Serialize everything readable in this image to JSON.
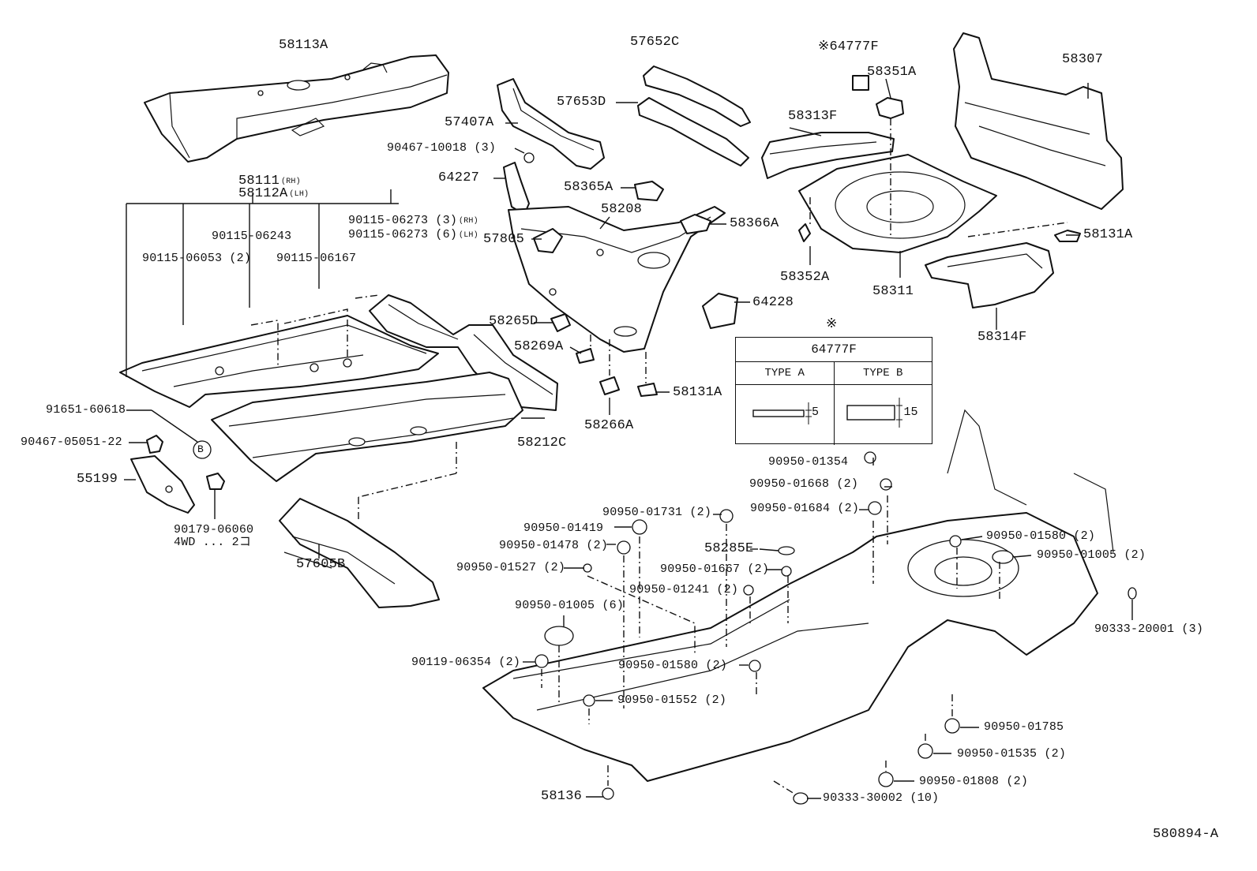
{
  "parts": [
    {
      "id": "58113A",
      "text": "58113A"
    },
    {
      "id": "57652C",
      "text": "57652C"
    },
    {
      "id": "64777F-note",
      "text": "※64777F"
    },
    {
      "id": "58307",
      "text": "58307"
    },
    {
      "id": "58351A",
      "text": "58351A"
    },
    {
      "id": "57653D",
      "text": "57653D"
    },
    {
      "id": "57407A",
      "text": "57407A"
    },
    {
      "id": "58313F",
      "text": "58313F"
    },
    {
      "id": "90467-10018",
      "text": "90467-10018 (3)"
    },
    {
      "id": "64227",
      "text": "64227"
    },
    {
      "id": "58111",
      "text": "58111",
      "sub": "(RH)"
    },
    {
      "id": "58112A",
      "text": "58112A",
      "sub": "(LH)"
    },
    {
      "id": "58365A",
      "text": "58365A"
    },
    {
      "id": "58208",
      "text": "58208"
    },
    {
      "id": "90115-06273-rh",
      "text": "90115-06273 (3)",
      "sub": "(RH)"
    },
    {
      "id": "90115-06273-lh",
      "text": "90115-06273 (6)",
      "sub": "(LH)"
    },
    {
      "id": "90115-06243",
      "text": "90115-06243"
    },
    {
      "id": "58366A",
      "text": "58366A"
    },
    {
      "id": "58131A-top",
      "text": "58131A"
    },
    {
      "id": "57805",
      "text": "57805"
    },
    {
      "id": "90115-06053",
      "text": "90115-06053 (2)"
    },
    {
      "id": "90115-06167",
      "text": "90115-06167"
    },
    {
      "id": "58352A",
      "text": "58352A"
    },
    {
      "id": "58311",
      "text": "58311"
    },
    {
      "id": "64228",
      "text": "64228"
    },
    {
      "id": "58265D",
      "text": "58265D"
    },
    {
      "id": "58314F",
      "text": "58314F"
    },
    {
      "id": "58269A",
      "text": "58269A"
    },
    {
      "id": "58131A-mid",
      "text": "58131A"
    },
    {
      "id": "91651-60618",
      "text": "91651-60618"
    },
    {
      "id": "58266A",
      "text": "58266A"
    },
    {
      "id": "90467-05051-22",
      "text": "90467-05051-22"
    },
    {
      "id": "58212C",
      "text": "58212C"
    },
    {
      "id": "55199",
      "text": "55199"
    },
    {
      "id": "90179-06060",
      "text": "90179-06060"
    },
    {
      "id": "4wd",
      "text": "4WD ... 2コ"
    },
    {
      "id": "57605B",
      "text": "57605B"
    },
    {
      "id": "90950-01354",
      "text": "90950-01354"
    },
    {
      "id": "90950-01668",
      "text": "90950-01668 (2)"
    },
    {
      "id": "90950-01684",
      "text": "90950-01684 (2)"
    },
    {
      "id": "90950-01731",
      "text": "90950-01731 (2)"
    },
    {
      "id": "90950-01419",
      "text": "90950-01419"
    },
    {
      "id": "90950-01580-r",
      "text": "90950-01580 (2)"
    },
    {
      "id": "90950-01478",
      "text": "90950-01478 (2)"
    },
    {
      "id": "58285E",
      "text": "58285E"
    },
    {
      "id": "90950-01005-r",
      "text": "90950-01005 (2)"
    },
    {
      "id": "90950-01527",
      "text": "90950-01527 (2)"
    },
    {
      "id": "90950-01667",
      "text": "90950-01667 (2)"
    },
    {
      "id": "90950-01241",
      "text": "90950-01241 (2)"
    },
    {
      "id": "90950-01005-l",
      "text": "90950-01005 (6)"
    },
    {
      "id": "90333-20001",
      "text": "90333-20001 (3)"
    },
    {
      "id": "90119-06354",
      "text": "90119-06354 (2)"
    },
    {
      "id": "90950-01580-c",
      "text": "90950-01580 (2)"
    },
    {
      "id": "90950-01552",
      "text": "90950-01552 (2)"
    },
    {
      "id": "90950-01785",
      "text": "90950-01785"
    },
    {
      "id": "90950-01535",
      "text": "90950-01535 (2)"
    },
    {
      "id": "90950-01808",
      "text": "90950-01808 (2)"
    },
    {
      "id": "58136",
      "text": "58136"
    },
    {
      "id": "90333-30002",
      "text": "90333-30002 (10)"
    },
    {
      "id": "ref",
      "text": "580894-A"
    }
  ],
  "callout": {
    "symbol": "B"
  },
  "type_table": {
    "note_symbol": "※",
    "title": "64777F",
    "type_a": "TYPE A",
    "type_b": "TYPE B",
    "dim_a": "5",
    "dim_b": "15"
  }
}
